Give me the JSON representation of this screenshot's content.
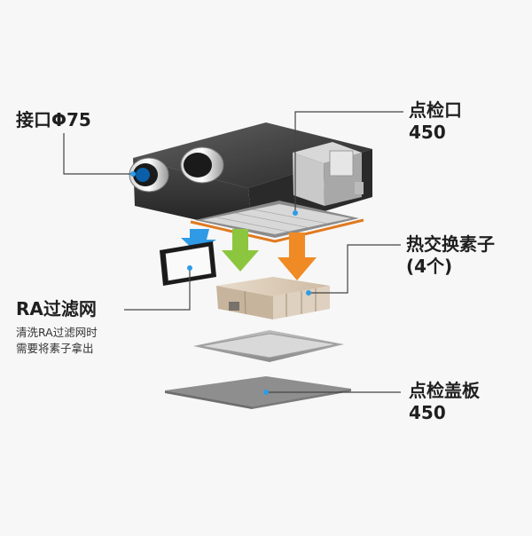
{
  "labels": {
    "intake_port": "接口Φ75",
    "inspection_port_line1": "点检口",
    "inspection_port_line2": "450",
    "heat_exchanger_line1": "热交换素子",
    "heat_exchanger_line2": "(4个)",
    "ra_filter": "RA过滤网",
    "ra_filter_note_line1": "清洗RA过滤网时",
    "ra_filter_note_line2": "需要将素子拿出",
    "cover_line1": "点检盖板",
    "cover_line2": "450"
  },
  "colors": {
    "arrow_blue": "#2f9be6",
    "arrow_green": "#8cc63f",
    "arrow_orange": "#f08a24",
    "leader_dot": "#2f9be6",
    "unit_body": "#3a3a3a"
  }
}
